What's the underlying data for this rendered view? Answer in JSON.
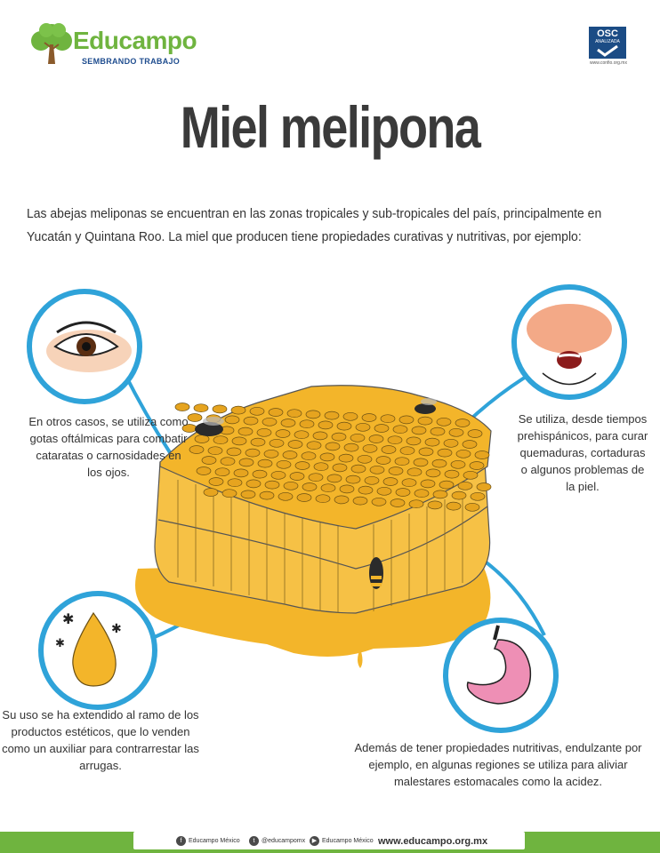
{
  "logo": {
    "name": "Educampo",
    "tagline": "SEMBRANDO TRABAJO"
  },
  "badge": {
    "line1": "OSC",
    "line2": "ANALIZADA",
    "url": "www.confio.org.mx"
  },
  "title": "Miel melipona",
  "intro": "Las abejas meliponas se encuentran en las zonas tropicales y sub-tropicales del país, principalmente en Yucatán y Quintana Roo. La miel que producen tiene propiedades curativas y nutritivas, por ejemplo:",
  "benefits": {
    "eye": "En otros casos, se utiliza como gotas oftálmicas para combatir cataratas o carnosidades en los ojos.",
    "skin": "Se utiliza, desde tiempos prehispánicos, para curar quemaduras, cortaduras o algunos problemas de la piel.",
    "cosmetic": "Su uso se ha extendido al ramo de los productos estéticos, que lo venden como un auxiliar para contrarrestar las arrugas.",
    "stomach": "Además de tener propiedades nutritivas, endulzante por ejemplo, en algunas regiones se utiliza para aliviar malestares estomacales como la acidez."
  },
  "footer": {
    "facebook": "Educampo México",
    "twitter": "@educampomx",
    "youtube": "Educampo México",
    "website": "www.educampo.org.mx"
  },
  "colors": {
    "brand_green": "#6fb43f",
    "circle_blue": "#2fa3d9",
    "honey": "#f3b52a",
    "title_gray": "#3a3a3a"
  }
}
